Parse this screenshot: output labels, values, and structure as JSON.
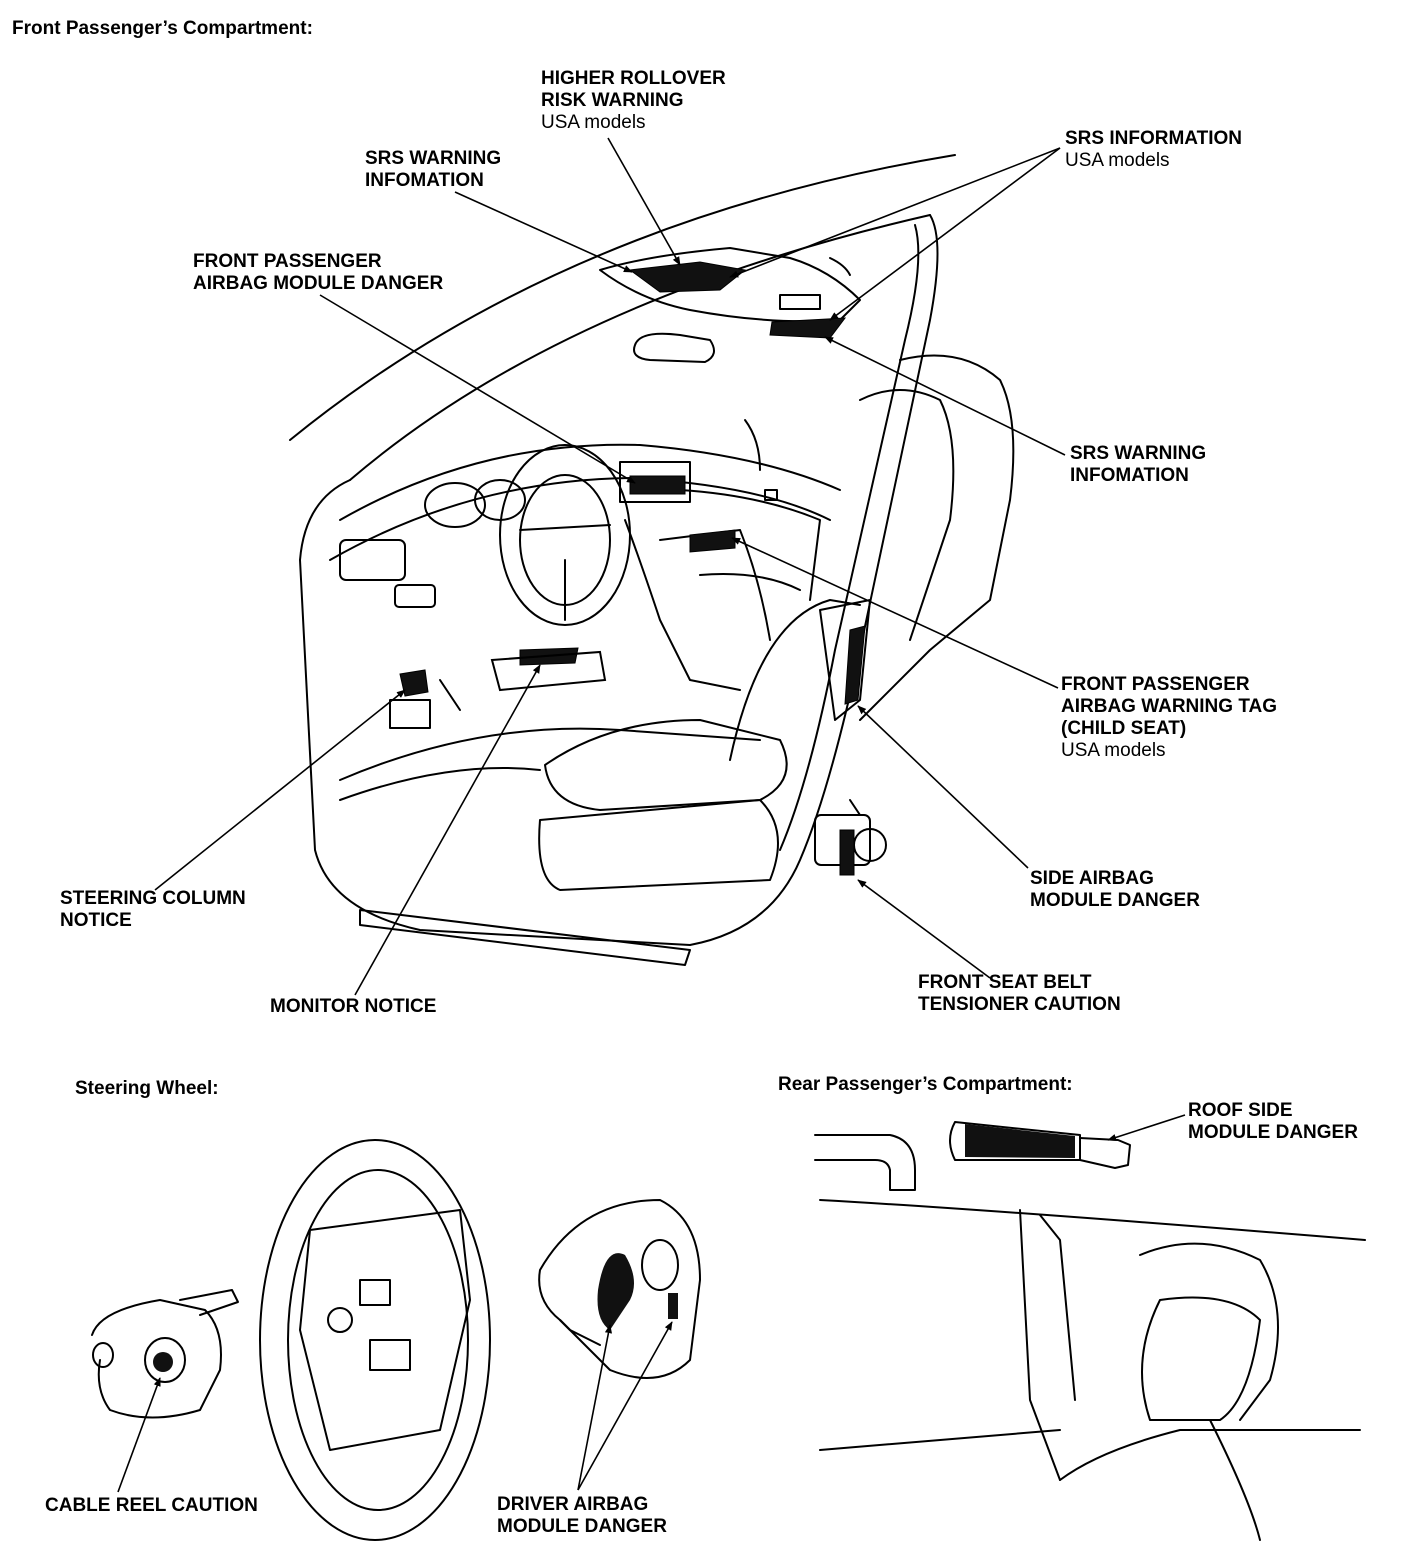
{
  "sections": {
    "front": "Front Passenger’s Compartment:",
    "steering": "Steering Wheel:",
    "rear": "Rear Passenger’s Compartment:"
  },
  "callouts": {
    "rollover": {
      "l1": "HIGHER ROLLOVER",
      "l2": "RISK WARNING",
      "note": "USA models"
    },
    "srs_warning_upper": {
      "l1": "SRS WARNING",
      "l2": "INFOMATION"
    },
    "srs_information": {
      "l1": "SRS INFORMATION",
      "note": "USA models"
    },
    "passenger_airbag": {
      "l1": "FRONT PASSENGER",
      "l2": "AIRBAG MODULE DANGER"
    },
    "srs_warning_right": {
      "l1": "SRS WARNING",
      "l2": "INFOMATION"
    },
    "warning_tag": {
      "l1": "FRONT PASSENGER",
      "l2": "AIRBAG WARNING TAG",
      "l3": "(CHILD SEAT)",
      "note": "USA models"
    },
    "side_airbag": {
      "l1": "SIDE AIRBAG",
      "l2": "MODULE DANGER"
    },
    "steering_column": {
      "l1": "STEERING COLUMN",
      "l2": "NOTICE"
    },
    "monitor": {
      "l1": "MONITOR NOTICE"
    },
    "seat_belt": {
      "l1": "FRONT SEAT BELT",
      "l2": "TENSIONER CAUTION"
    },
    "roof_side": {
      "l1": "ROOF SIDE",
      "l2": "MODULE DANGER"
    },
    "cable_reel": {
      "l1": "CABLE REEL CAUTION"
    },
    "driver_airbag": {
      "l1": "DRIVER AIRBAG",
      "l2": "MODULE DANGER"
    }
  }
}
